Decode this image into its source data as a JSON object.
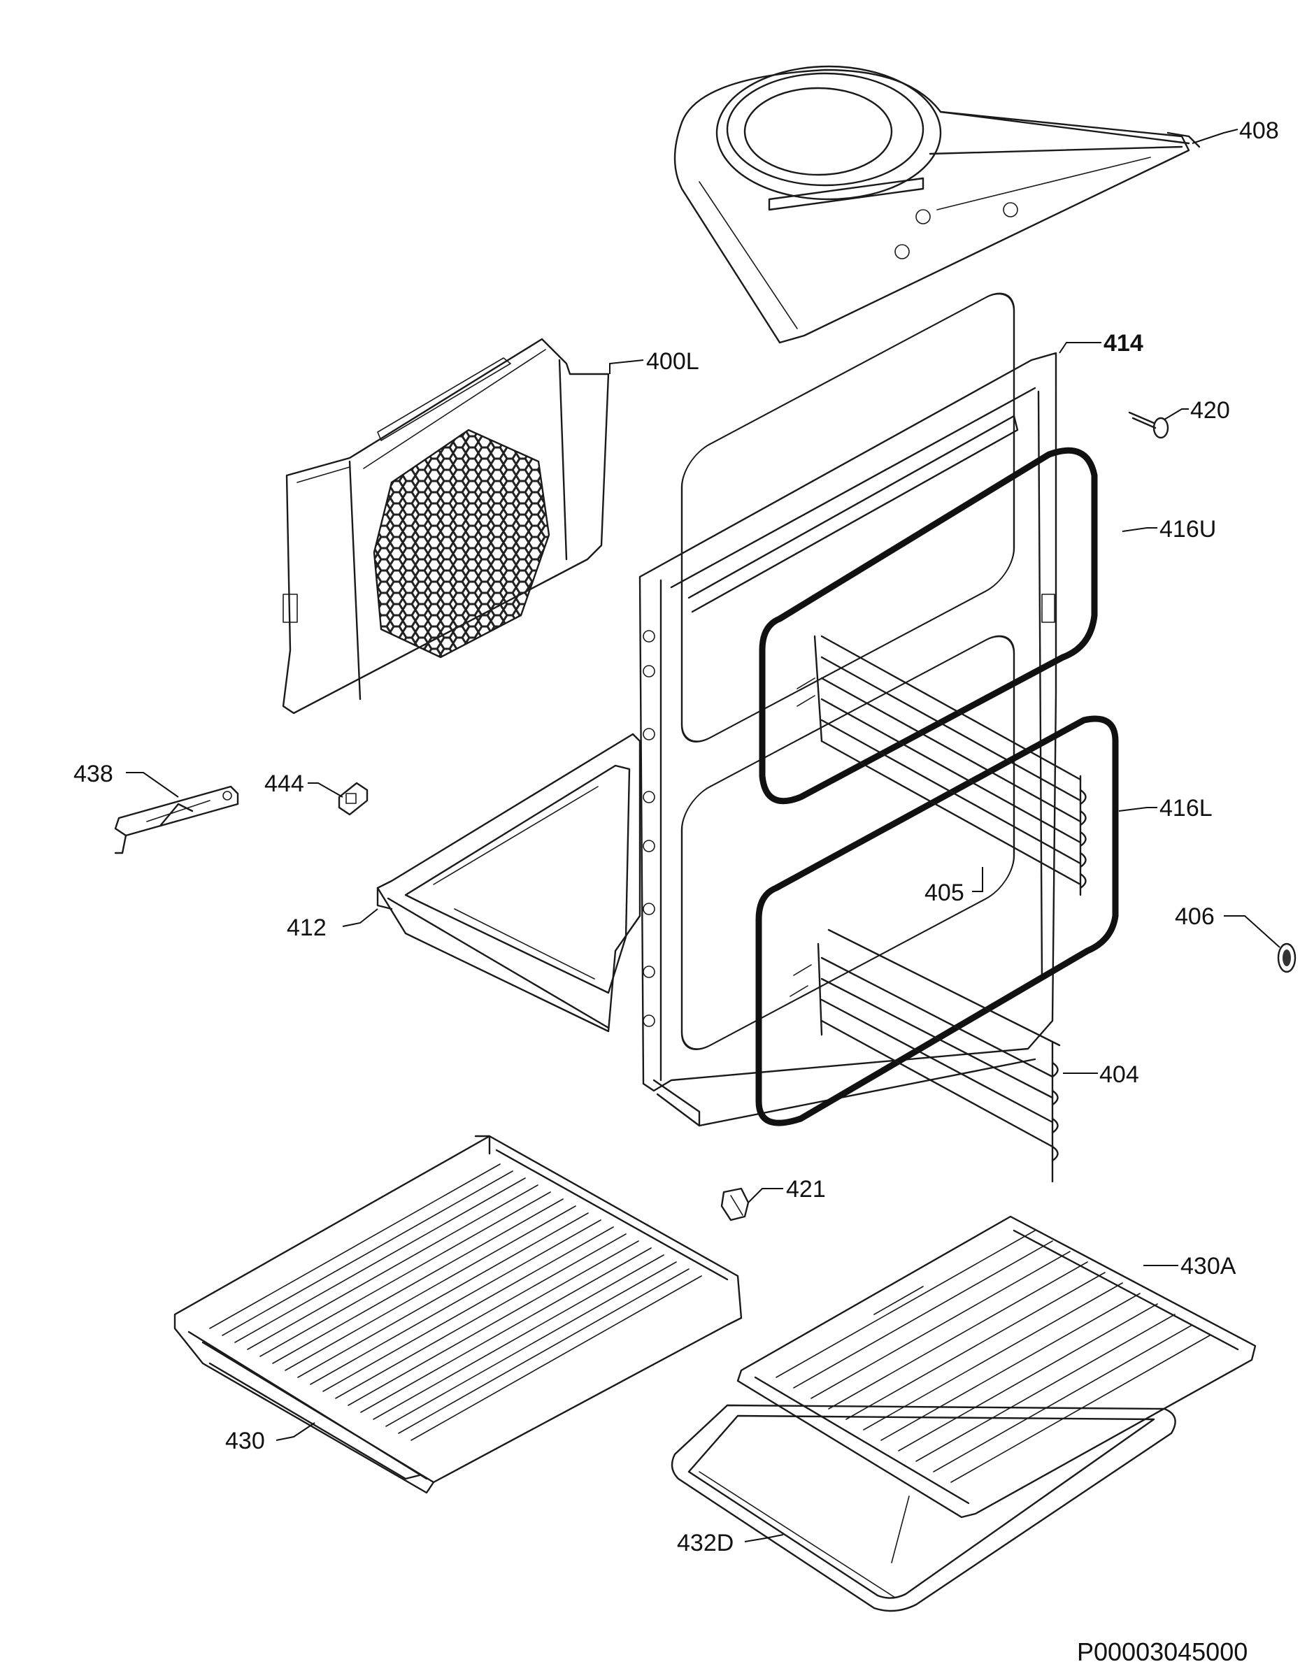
{
  "parts": [
    {
      "id": "p408",
      "label": "408"
    },
    {
      "id": "p400L",
      "label": "400L"
    },
    {
      "id": "p414",
      "label": "414"
    },
    {
      "id": "p420",
      "label": "420"
    },
    {
      "id": "p416U",
      "label": "416U"
    },
    {
      "id": "p438",
      "label": "438"
    },
    {
      "id": "p444",
      "label": "444"
    },
    {
      "id": "p416L",
      "label": "416L"
    },
    {
      "id": "p405",
      "label": "405"
    },
    {
      "id": "p406",
      "label": "406"
    },
    {
      "id": "p412",
      "label": "412"
    },
    {
      "id": "p404",
      "label": "404"
    },
    {
      "id": "p421",
      "label": "421"
    },
    {
      "id": "p430A",
      "label": "430A"
    },
    {
      "id": "p430",
      "label": "430"
    },
    {
      "id": "p432D",
      "label": "432D"
    }
  ],
  "drawing_code": "P00003045000"
}
